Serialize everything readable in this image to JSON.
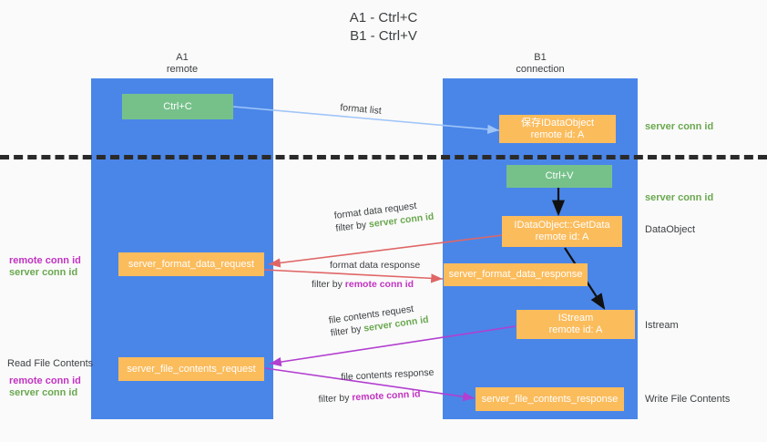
{
  "title": {
    "line1": "A1 - Ctrl+C",
    "line2": "B1 - Ctrl+V"
  },
  "lanes": [
    {
      "id": "a1",
      "name": "A1",
      "sub": "remote",
      "color": "#4a86e8"
    },
    {
      "id": "b1",
      "name": "B1",
      "sub": "connection",
      "color": "#4a86e8"
    }
  ],
  "nodes": {
    "ctrl_c": {
      "label": "Ctrl+C",
      "color": "#76c18a"
    },
    "save_idataobject": {
      "line1": "保存IDataObject",
      "line2": "remote id: A",
      "color": "#fbbc5c"
    },
    "ctrl_v": {
      "label": "Ctrl+V",
      "color": "#76c18a"
    },
    "getdata": {
      "line1": "IDataObject::GetData",
      "line2": "remote id: A",
      "color": "#fbbc5c"
    },
    "fmt_req": {
      "label": "server_format_data_request",
      "color": "#fbbc5c"
    },
    "fmt_resp": {
      "label": "server_format_data_response",
      "color": "#fbbc5c"
    },
    "istream": {
      "line1": "IStream",
      "line2": "remote id: A",
      "color": "#fbbc5c"
    },
    "file_req": {
      "label": "server_file_contents_request",
      "color": "#fbbc5c"
    },
    "file_resp": {
      "label": "server_file_contents_response",
      "color": "#fbbc5c"
    }
  },
  "right_notes": [
    {
      "id": "server-conn-id-1",
      "text": "server conn id",
      "kind": "green"
    },
    {
      "id": "server-conn-id-2",
      "text": "server conn id",
      "kind": "green"
    },
    {
      "id": "dataobject",
      "text": "DataObject",
      "kind": "dark"
    },
    {
      "id": "istream",
      "text": "Istream",
      "kind": "dark"
    },
    {
      "id": "write-file-contents",
      "text": "Write File Contents",
      "kind": "dark"
    }
  ],
  "left_notes": [
    {
      "id": "remote-conn-id-1",
      "text": "remote conn id",
      "kind": "magenta"
    },
    {
      "id": "server-conn-id-3",
      "text": "server conn id",
      "kind": "green"
    },
    {
      "id": "read-file-contents",
      "text": "Read File Contents",
      "kind": "dark"
    },
    {
      "id": "remote-conn-id-2",
      "text": "remote conn id",
      "kind": "magenta"
    },
    {
      "id": "server-conn-id-4",
      "text": "server conn id",
      "kind": "green"
    }
  ],
  "edges": {
    "format_list": {
      "label": "format list",
      "color": "#9fc5f8"
    },
    "fmt_data_request": {
      "l1": "format data request",
      "l2_pre": "filter by ",
      "l2_hl": "server conn id",
      "hl_kind": "g",
      "color": "#e06666"
    },
    "fmt_data_response": {
      "l1": "format data response",
      "l2_pre": "filter by ",
      "l2_hl": "remote conn id",
      "hl_kind": "m",
      "color": "#e06666"
    },
    "file_contents_request": {
      "l1": "file contents request",
      "l2_pre": "filter by ",
      "l2_hl": "server conn id",
      "hl_kind": "g",
      "color": "#b23fd0"
    },
    "file_contents_response": {
      "l1": "file contents response",
      "l2_pre": "filter by ",
      "l2_hl": "remote conn id",
      "hl_kind": "m",
      "color": "#b23fd0"
    }
  },
  "colors": {
    "lane": "#4a86e8",
    "green_node": "#76c18a",
    "orange_node": "#fbbc5c",
    "green_text": "#6aa84f",
    "magenta_text": "#c233c2",
    "red_arrow": "#e06666",
    "purple_arrow": "#b23fd0",
    "light_blue_arrow": "#9fc5f8",
    "background": "#fafafa",
    "dashed_line": "#2a2a2a"
  }
}
